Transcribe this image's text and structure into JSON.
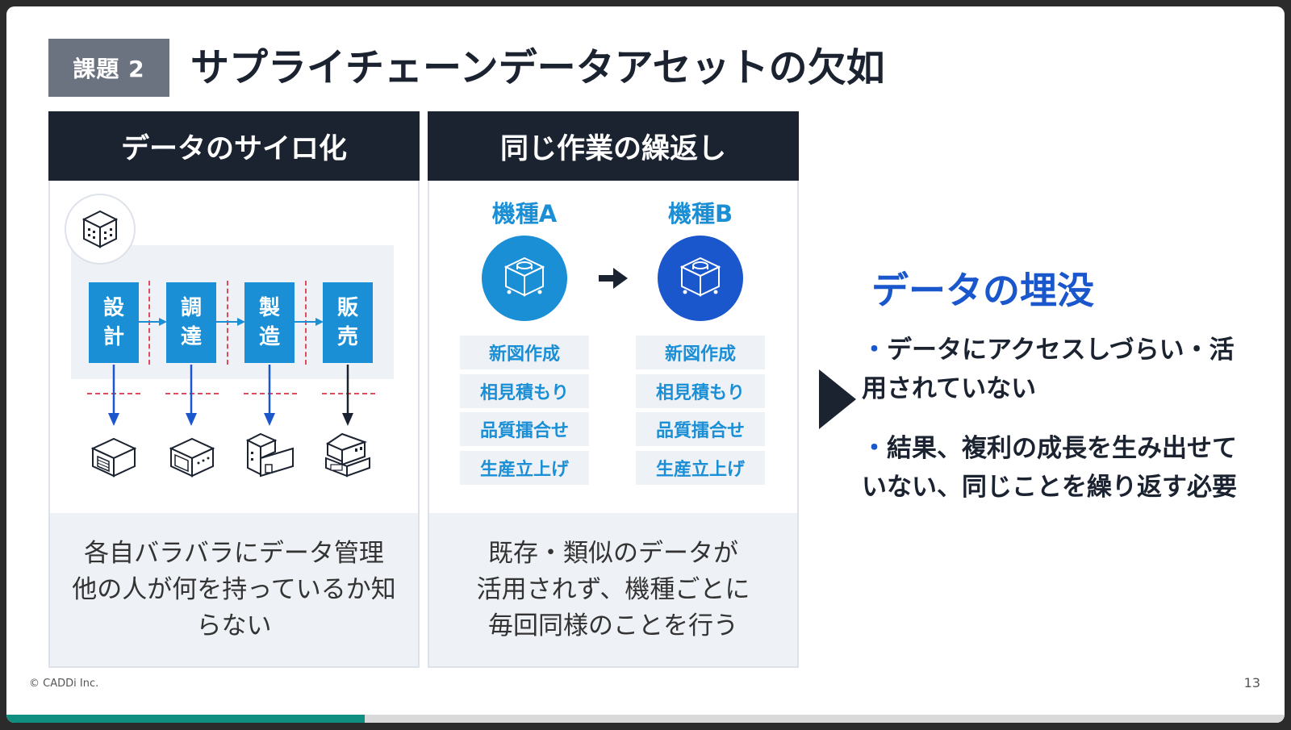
{
  "slide": {
    "badge": "課題 2",
    "title": "サプライチェーンデータアセットの欠如",
    "copyright": "© CADDi Inc.",
    "page_number": "13",
    "progress_fraction": 0.28
  },
  "panel_silo": {
    "header": "データのサイロ化",
    "departments": [
      {
        "char1": "設",
        "char2": "計"
      },
      {
        "char1": "調",
        "char2": "達"
      },
      {
        "char1": "製",
        "char2": "造"
      },
      {
        "char1": "販",
        "char2": "売"
      }
    ],
    "caption_lines": [
      "各自バラバラにデータ管理",
      "他の人が何を持っているか知",
      "らない"
    ]
  },
  "panel_repeat": {
    "header": "同じ作業の繰返し",
    "model_a": "機種A",
    "model_b": "機種B",
    "tasks": [
      "新図作成",
      "相見積もり",
      "品質擂合せ",
      "生産立上げ"
    ],
    "caption_lines": [
      "既存・類似のデータが",
      "活用されず、機種ごとに",
      "毎回同様のことを行う"
    ]
  },
  "conclusion": {
    "heading": "データの埋没",
    "bullet_dot": "・",
    "bullet1": "データにアクセスしづらい・活用されていない",
    "bullet2": "結果、複利の成長を生み出せていない、同じことを繰り返す必要"
  },
  "colors": {
    "dark_header": "#1b2230",
    "accent_blue": "#1a8fd6",
    "deep_blue": "#1a56cc",
    "divider_red": "#e04b5a",
    "progress_teal": "#0f8f80"
  }
}
